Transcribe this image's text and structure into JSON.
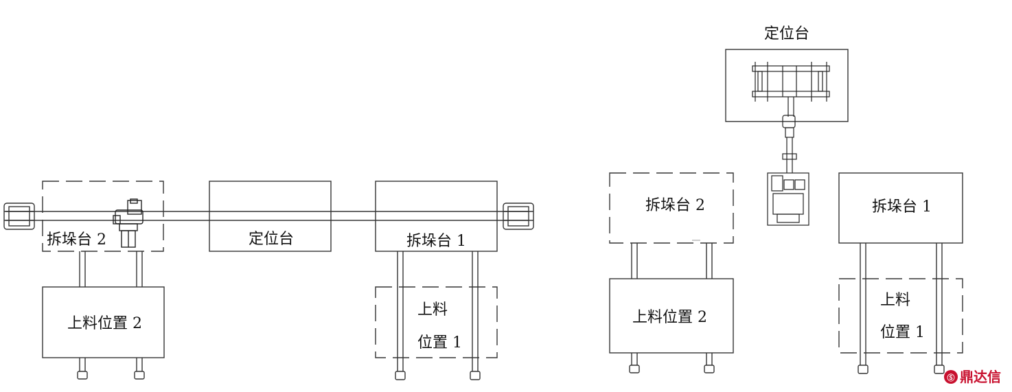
{
  "left_layout": {
    "station_destack_2": "拆垛台 2",
    "station_positioning": "定位台",
    "station_destack_1": "拆垛台 1",
    "load_position_2": "上料位置 2",
    "load_position_1_line1": "上料",
    "load_position_1_line2": "位置 1"
  },
  "right_layout": {
    "station_positioning": "定位台",
    "station_destack_2": "拆垛台 2",
    "station_destack_1": "拆垛台 1",
    "load_position_2": "上料位置 2",
    "load_position_1_line1": "上料",
    "load_position_1_line2": "位置 1"
  },
  "watermark": {
    "text": "鼎达信",
    "color": "#c8102e"
  }
}
